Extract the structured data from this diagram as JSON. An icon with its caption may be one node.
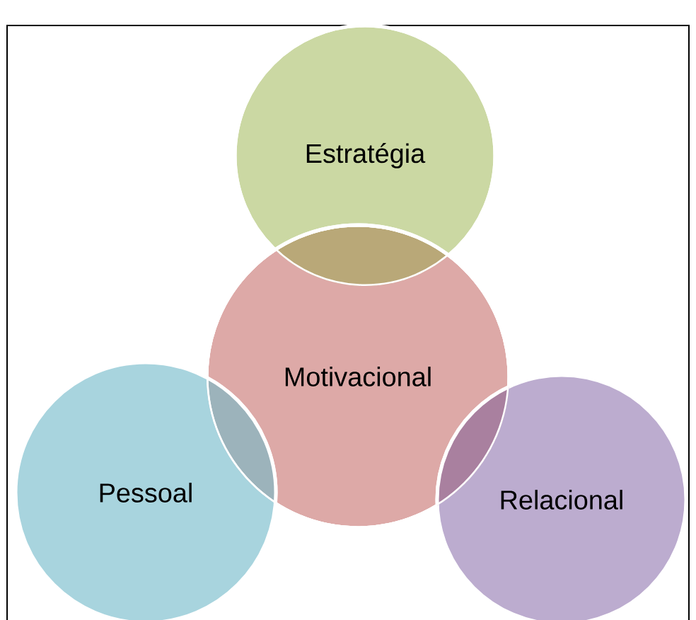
{
  "diagram": {
    "nodes": [
      {
        "text": [
          "Estratégia"
        ]
      },
      {
        "text": [
          "Motivacional"
        ]
      },
      {
        "text": [
          "Pessoal"
        ]
      },
      {
        "text": [
          "Relacional"
        ]
      }
    ]
  }
}
